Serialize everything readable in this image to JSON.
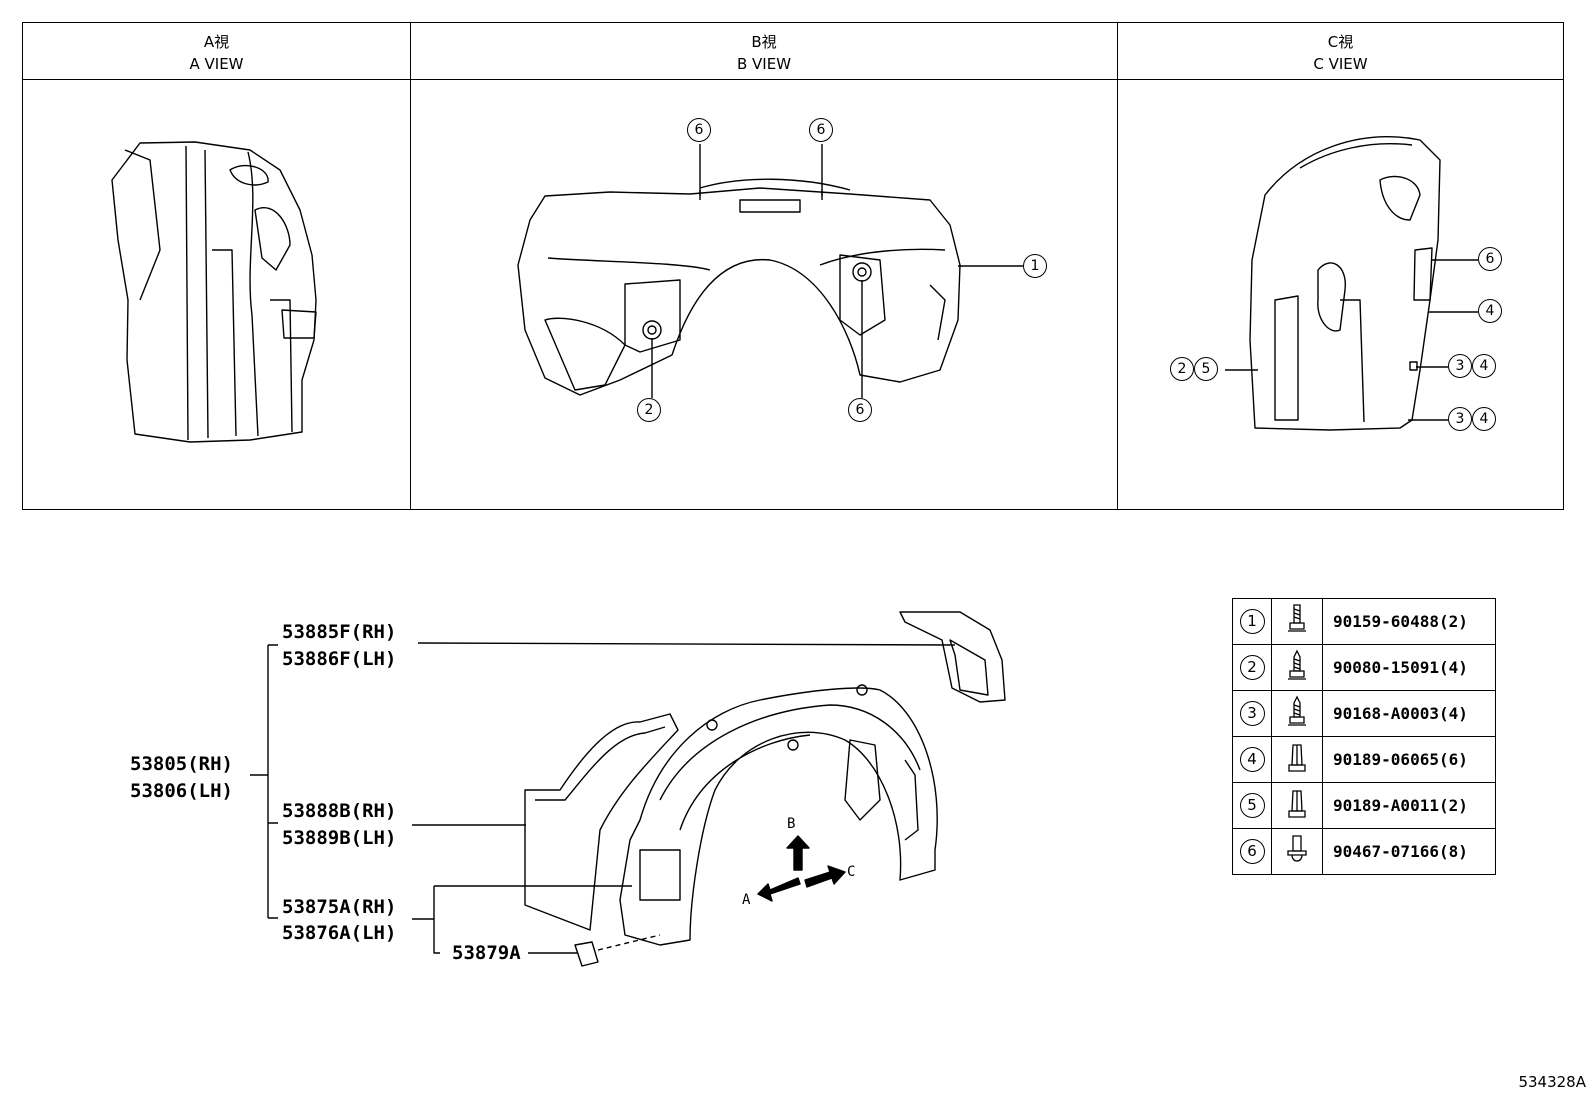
{
  "views": [
    {
      "jp": "A視",
      "en": "A VIEW"
    },
    {
      "jp": "B視",
      "en": "B VIEW"
    },
    {
      "jp": "C視",
      "en": "C VIEW"
    }
  ],
  "callouts": {
    "b_view": [
      "6",
      "6",
      "1",
      "2",
      "6"
    ],
    "c_view": [
      "6",
      "4",
      "3",
      "4",
      "3",
      "4",
      "2",
      "5"
    ]
  },
  "parts": {
    "p53805": "53805(RH)",
    "p53806": "53806(LH)",
    "p53885f": "53885F(RH)",
    "p53886f": "53886F(LH)",
    "p53888b": "53888B(RH)",
    "p53889b": "53889B(LH)",
    "p53875a": "53875A(RH)",
    "p53876a": "53876A(LH)",
    "p53879a": "53879A"
  },
  "directions": {
    "a": "A",
    "b": "B",
    "c": "C"
  },
  "legend": [
    {
      "num": "1",
      "part": "90159-60488(2)",
      "icon": "bolt-icon"
    },
    {
      "num": "2",
      "part": "90080-15091(4)",
      "icon": "screw-icon"
    },
    {
      "num": "3",
      "part": "90168-A0003(4)",
      "icon": "screw-icon"
    },
    {
      "num": "4",
      "part": "90189-06065(6)",
      "icon": "clip-icon"
    },
    {
      "num": "5",
      "part": "90189-A0011(2)",
      "icon": "clip-icon"
    },
    {
      "num": "6",
      "part": "90467-07166(8)",
      "icon": "push-clip-icon"
    }
  ],
  "diagram_code": "534328A"
}
